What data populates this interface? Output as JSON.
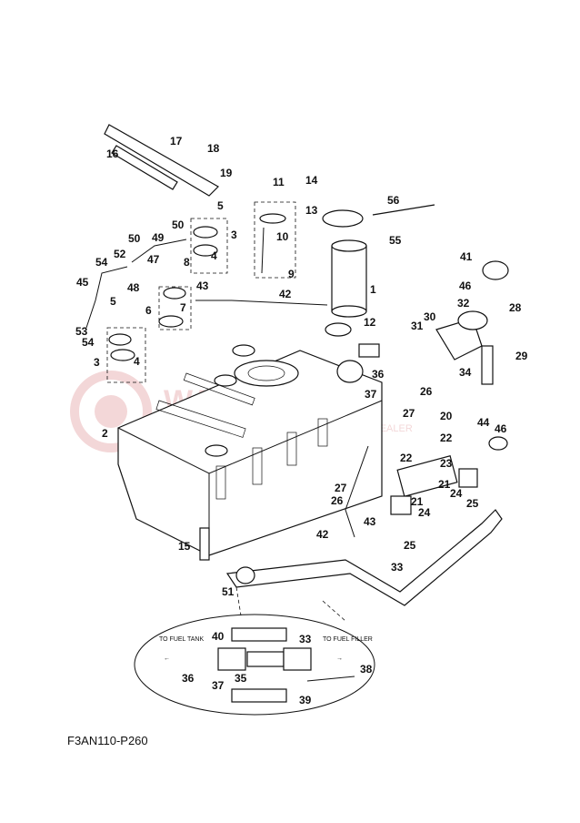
{
  "diagram_code": "F3AN110-P260",
  "watermark": {
    "text": "WAKLEP.PL",
    "subtitle": "WYŁĄCZNY DYSTRYBUTOR DEALER"
  },
  "inset": {
    "left_label": "TO FUEL TANK",
    "right_label": "TO FUEL FILLER"
  },
  "part_numbers": [
    "1",
    "2",
    "3",
    "4",
    "5",
    "6",
    "7",
    "8",
    "9",
    "10",
    "11",
    "12",
    "13",
    "14",
    "15",
    "16",
    "17",
    "18",
    "19",
    "20",
    "21",
    "22",
    "23",
    "24",
    "25",
    "26",
    "27",
    "28",
    "29",
    "30",
    "31",
    "32",
    "33",
    "34",
    "35",
    "36",
    "37",
    "38",
    "39",
    "40",
    "41",
    "42",
    "43",
    "44",
    "45",
    "46",
    "47",
    "48",
    "49",
    "50",
    "51",
    "52",
    "53",
    "54",
    "55",
    "56"
  ]
}
